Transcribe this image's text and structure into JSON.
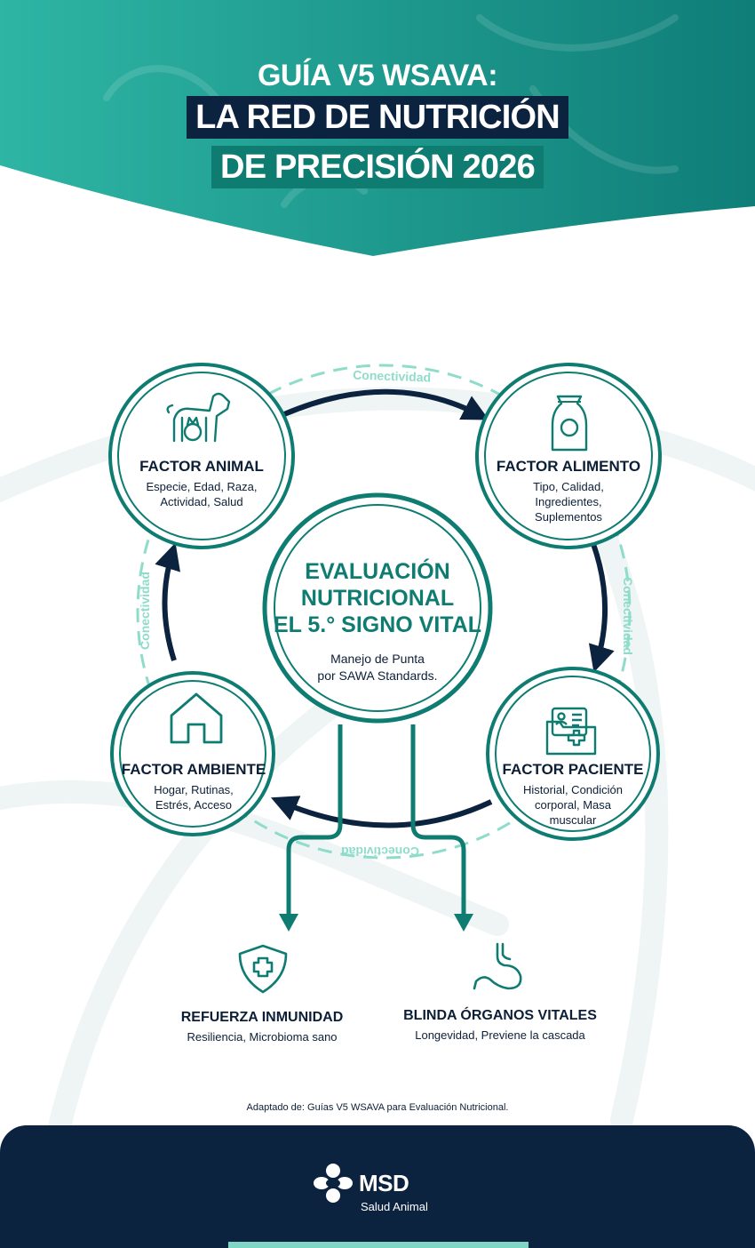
{
  "header": {
    "line1": "GUÍA V5 WSAVA:",
    "line2": "LA RED DE NUTRICIÓN",
    "line3": "DE PRECISIÓN 2026"
  },
  "connectivity": [
    "Conectividad",
    "Conectividad",
    "Conectividad",
    "Conectividad"
  ],
  "nodes": {
    "animal": {
      "label": "FACTOR ANIMAL",
      "desc": [
        "Especie, Edad, Raza,",
        "Actividad, Salud"
      ]
    },
    "alimento": {
      "label": "FACTOR ALIMENTO",
      "desc": [
        "Tipo, Calidad,",
        "Ingredientes,",
        "Suplementos"
      ]
    },
    "paciente": {
      "label": "FACTOR PACIENTE",
      "desc": [
        "Historial, Condición",
        "corporal, Masa",
        "muscular"
      ]
    },
    "ambiente": {
      "label": "FACTOR AMBIENTE",
      "desc": [
        "Hogar, Rutinas,",
        "Estrés, Acceso"
      ]
    }
  },
  "center": {
    "title": [
      "EVALUACIÓN",
      "NUTRICIONAL",
      "EL 5.° SIGNO VITAL"
    ],
    "desc": [
      "Manejo de Punta",
      "por SAWA Standards."
    ]
  },
  "outcomes": {
    "inmunidad": {
      "label": "REFUERZA INMUNIDAD",
      "desc": "Resiliencia, Microbioma sano"
    },
    "organos": {
      "label": "BLINDA ÓRGANOS VITALES",
      "desc": "Longevidad, Previene la cascada"
    }
  },
  "credit": "Adaptado de: Guías V5 WSAVA para Evaluación Nutricional.",
  "footer": {
    "brand": "MSD",
    "subbrand": "Salud Animal"
  },
  "colors": {
    "teal": "#0f7c72",
    "teal_light": "#8fdccb",
    "navy": "#0c2340",
    "header_gradient": [
      "#2bb3a3",
      "#0f7c72"
    ]
  }
}
